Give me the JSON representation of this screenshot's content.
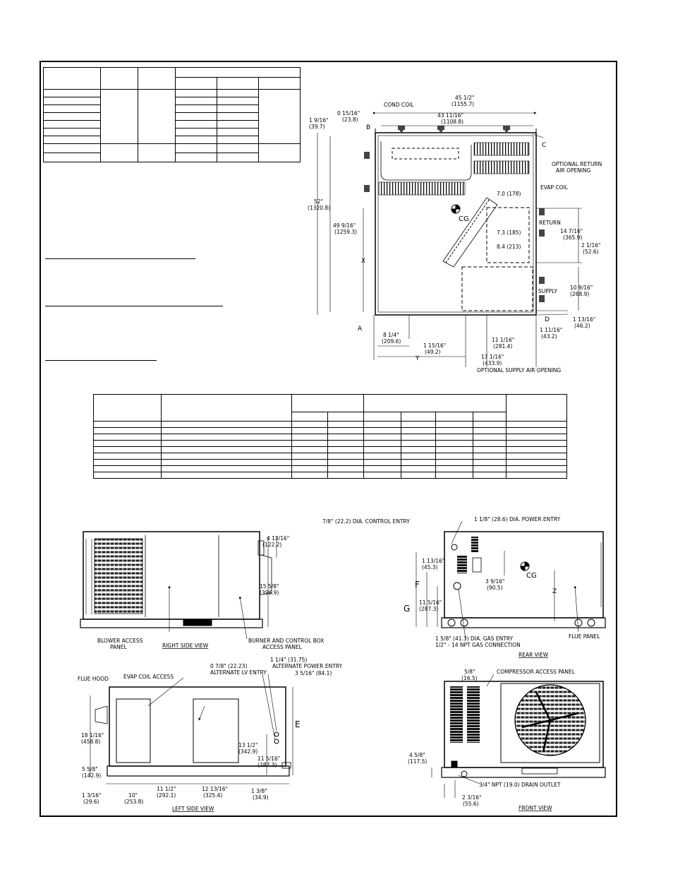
{
  "top_view": {
    "overall_width": "45 1/2\"",
    "overall_width_mm": "(1155.7)",
    "cond_coil": "COND COIL",
    "inner_width": "43 11/16\"",
    "inner_width_mm": "(1108.8)",
    "d_15_16": "0 15/16\"",
    "d_15_16_mm": "(23.8)",
    "d_1_9_16": "1 9/16\"",
    "d_1_9_16_mm": "(39.7)",
    "point_b": "B",
    "point_c": "C",
    "point_a": "A",
    "point_d": "D",
    "overall_depth": "52\"",
    "overall_depth_mm": "(1320.8)",
    "inner_depth": "49 9/16\"",
    "inner_depth_mm": "(1259.3)",
    "x_label": "X",
    "y_label": "Y",
    "cg": "CG",
    "opt_return_1": "OPTIONAL RETURN",
    "opt_return_2": "AIR OPENING",
    "evap_coil": "EVAP COIL",
    "d_7_0": "7.0 (178)",
    "d_7_3": "7.3 (185)",
    "d_8_4": "8.4 (213)",
    "return_label": "RETURN",
    "d_14_7_16": "14 7/16\"",
    "d_14_7_16_mm": "(365.9)",
    "d_2_1_16": "2 1/16\"",
    "d_2_1_16_mm": "(52.6)",
    "supply_label": "SUPPLY",
    "d_10_9_16": "10 9/16\"",
    "d_10_9_16_mm": "(268.9)",
    "d_1_13_16": "1 13/16\"",
    "d_1_13_16_mm": "(46.2)",
    "d_8_1_4": "8 1/4\"",
    "d_8_1_4_mm": "(209.6)",
    "d_1_15_16": "1 15/16\"",
    "d_1_15_16_mm": "(49.2)",
    "d_11_1_16": "11 1/16\"",
    "d_11_1_16_mm": "(281.4)",
    "d_1_11_16": "1 11/16\"",
    "d_1_11_16_mm": "(43.2)",
    "d_17_1_16": "17 1/16\"",
    "d_17_1_16_mm": "(433.9)",
    "opt_supply": "OPTIONAL SUPPLY AIR OPENING"
  },
  "right_side": {
    "d_4_13_16": "4 13/16\"",
    "d_4_13_16_mm": "(122.2)",
    "d_15_5_8": "15 5/8\"",
    "d_15_5_8_mm": "(396.9)",
    "blower_1": "BLOWER ACCESS",
    "blower_2": "PANEL",
    "title": "RIGHT SIDE VIEW",
    "burner_1": "BURNER AND CONTROL BOX",
    "burner_2": "ACCESS PANEL"
  },
  "rear": {
    "control_entry": "7/8\" (22.2) DIA. CONTROL ENTRY",
    "power_entry": "1 1/8\" (28.6) DIA. POWER ENTRY",
    "d_1_13_16": "1 13/16\"",
    "d_1_13_16_mm": "(45.3)",
    "f_label": "F",
    "g_label": "G",
    "d_3_9_16": "3 9/16\"",
    "d_3_9_16_mm": "(90.5)",
    "d_11_5_16": "11 5/16\"",
    "d_11_5_16_mm": "(287.3)",
    "cg": "CG",
    "z_label": "Z",
    "gas_1": "1 5/8\" (41.3) DIA. GAS ENTRY",
    "gas_2": "1/2\" - 14 NPT GAS CONNECTION",
    "flue_panel": "FLUE PANEL",
    "title": "REAR VIEW"
  },
  "left_side": {
    "d_1_1_4": "1 1/4\" (31.75)",
    "alt_power": "ALTERNATE POWER ENTRY",
    "d_0_7_8": "0 7/8\" (22.23)",
    "alt_lv": "ALTERNATE LV ENTRY",
    "d_3_5_16": "3 5/16\" (84.1)",
    "flue_hood": "FLUE HOOD",
    "evap_access": "EVAP COIL ACCESS",
    "d_18_1_16": "18 1/16\"",
    "d_18_1_16_mm": "(458.8)",
    "d_13_1_2": "13 1/2\"",
    "d_13_1_2_mm": "(342.9)",
    "d_11_5_16": "11 5/16\"",
    "d_11_5_16_mm": "(287.3)",
    "e_label": "E",
    "d_5_5_8": "5 5/8\"",
    "d_5_5_8_mm": "(142.9)",
    "d_11_1_2": "11 1/2\"",
    "d_11_1_2_mm": "(292.1)",
    "d_12_13_16": "12 13/16\"",
    "d_12_13_16_mm": "(325.4)",
    "d_1_3_16": "1 3/16\"",
    "d_1_3_16_mm": "(29.6)",
    "d_10": "10\"",
    "d_10_mm": "(253.8)",
    "d_1_3_8": "1 3/8\"",
    "d_1_3_8_mm": "(34.9)",
    "title": "LEFT SIDE VIEW"
  },
  "front": {
    "d_5_8": "5/8\"",
    "d_5_8_mm": "(16.5)",
    "compressor": "COMPRESSOR ACCESS PANEL",
    "d_4_5_8": "4 5/8\"",
    "d_4_5_8_mm": "(117.5)",
    "drain": "3/4\" NPT (19.0) DRAIN OUTLET",
    "d_2_3_16": "2 3/16\"",
    "d_2_3_16_mm": "(55.6)",
    "title": "FRONT VIEW"
  }
}
